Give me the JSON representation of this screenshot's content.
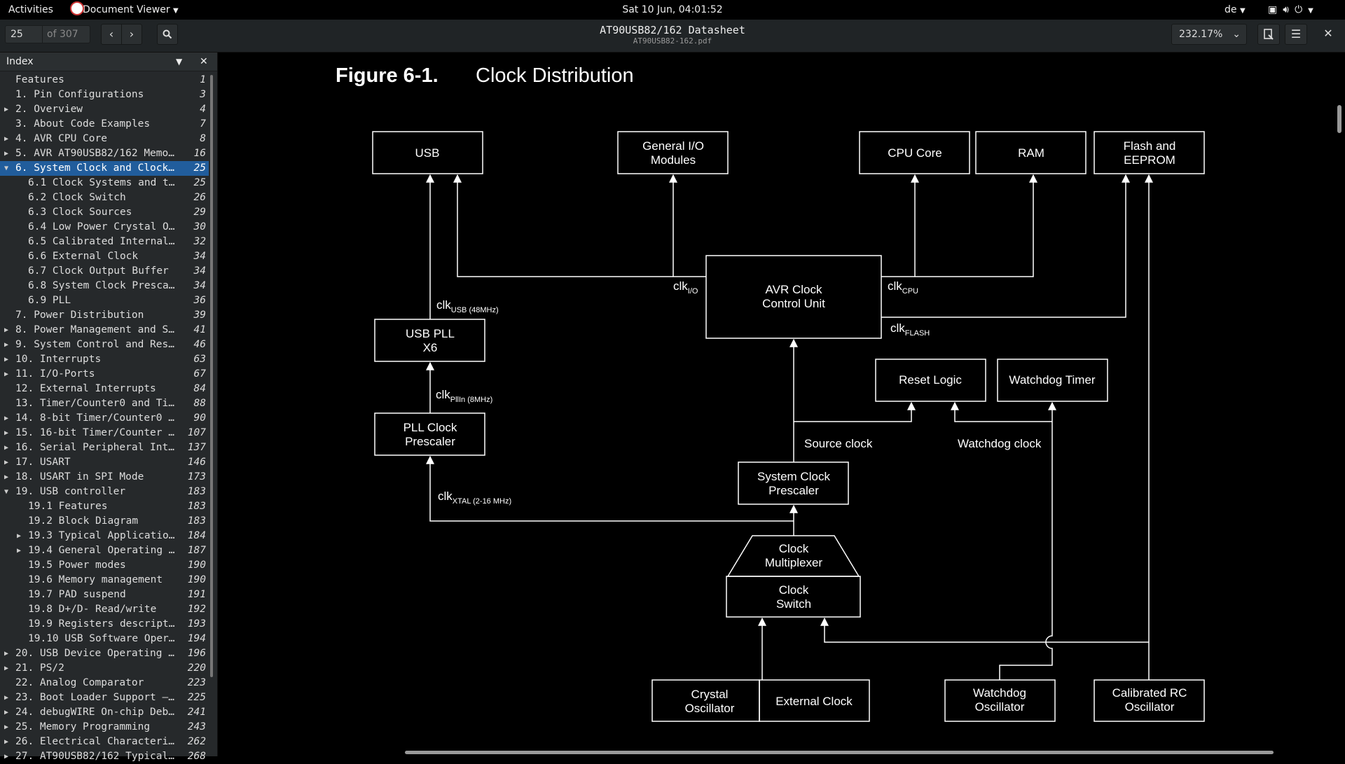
{
  "topbar": {
    "activities": "Activities",
    "app_menu": "Document Viewer",
    "clock": "Sat 10 Jun, 04:01:52",
    "keyboard": "de"
  },
  "header": {
    "page_value": "25",
    "page_count": "of 307",
    "title": "AT90USB82/162 Datasheet",
    "subtitle": "AT90USB82-162.pdf",
    "zoom": "232.17%"
  },
  "sidebar": {
    "title": "Index",
    "items": [
      {
        "label": "Features",
        "page": "1",
        "level": 0,
        "expander": "none"
      },
      {
        "label": "1. Pin Configurations",
        "page": "3",
        "level": 0,
        "expander": "none"
      },
      {
        "label": "2. Overview",
        "page": "4",
        "level": 0,
        "expander": "collapsed"
      },
      {
        "label": "3. About Code Examples",
        "page": "7",
        "level": 0,
        "expander": "none"
      },
      {
        "label": "4. AVR CPU Core",
        "page": "8",
        "level": 0,
        "expander": "collapsed"
      },
      {
        "label": "5. AVR AT90USB82/162 Memo…",
        "page": "16",
        "level": 0,
        "expander": "collapsed"
      },
      {
        "label": "6. System Clock and Clock…",
        "page": "25",
        "level": 0,
        "expander": "expanded",
        "selected": true
      },
      {
        "label": "6.1 Clock Systems and t…",
        "page": "25",
        "level": 1,
        "expander": "none"
      },
      {
        "label": "6.2 Clock Switch",
        "page": "26",
        "level": 1,
        "expander": "none"
      },
      {
        "label": "6.3 Clock Sources",
        "page": "29",
        "level": 1,
        "expander": "none"
      },
      {
        "label": "6.4 Low Power Crystal O…",
        "page": "30",
        "level": 1,
        "expander": "none"
      },
      {
        "label": "6.5 Calibrated Internal…",
        "page": "32",
        "level": 1,
        "expander": "none"
      },
      {
        "label": "6.6 External Clock",
        "page": "34",
        "level": 1,
        "expander": "none"
      },
      {
        "label": "6.7 Clock Output Buffer",
        "page": "34",
        "level": 1,
        "expander": "none"
      },
      {
        "label": "6.8 System Clock Presca…",
        "page": "34",
        "level": 1,
        "expander": "none"
      },
      {
        "label": "6.9 PLL",
        "page": "36",
        "level": 1,
        "expander": "none"
      },
      {
        "label": "7. Power Distribution",
        "page": "39",
        "level": 0,
        "expander": "none"
      },
      {
        "label": "8. Power Management and S…",
        "page": "41",
        "level": 0,
        "expander": "collapsed"
      },
      {
        "label": "9. System Control and Res…",
        "page": "46",
        "level": 0,
        "expander": "collapsed"
      },
      {
        "label": "10. Interrupts",
        "page": "63",
        "level": 0,
        "expander": "collapsed"
      },
      {
        "label": "11. I/O-Ports",
        "page": "67",
        "level": 0,
        "expander": "collapsed"
      },
      {
        "label": "12. External Interrupts",
        "page": "84",
        "level": 0,
        "expander": "none"
      },
      {
        "label": "13. Timer/Counter0 and Ti…",
        "page": "88",
        "level": 0,
        "expander": "none"
      },
      {
        "label": "14. 8-bit Timer/Counter0 …",
        "page": "90",
        "level": 0,
        "expander": "collapsed"
      },
      {
        "label": "15. 16-bit Timer/Counter …",
        "page": "107",
        "level": 0,
        "expander": "collapsed"
      },
      {
        "label": "16. Serial Peripheral Int…",
        "page": "137",
        "level": 0,
        "expander": "collapsed"
      },
      {
        "label": "17. USART",
        "page": "146",
        "level": 0,
        "expander": "collapsed"
      },
      {
        "label": "18. USART in SPI Mode",
        "page": "173",
        "level": 0,
        "expander": "collapsed"
      },
      {
        "label": "19. USB controller",
        "page": "183",
        "level": 0,
        "expander": "expanded"
      },
      {
        "label": "19.1 Features",
        "page": "183",
        "level": 1,
        "expander": "none"
      },
      {
        "label": "19.2 Block Diagram",
        "page": "183",
        "level": 1,
        "expander": "none"
      },
      {
        "label": "19.3 Typical Applicatio…",
        "page": "184",
        "level": 1,
        "expander": "collapsed"
      },
      {
        "label": "19.4 General Operating …",
        "page": "187",
        "level": 1,
        "expander": "collapsed"
      },
      {
        "label": "19.5 Power modes",
        "page": "190",
        "level": 1,
        "expander": "none"
      },
      {
        "label": "19.6 Memory management",
        "page": "190",
        "level": 1,
        "expander": "none"
      },
      {
        "label": "19.7 PAD suspend",
        "page": "191",
        "level": 1,
        "expander": "none"
      },
      {
        "label": "19.8 D+/D- Read/write",
        "page": "192",
        "level": 1,
        "expander": "none"
      },
      {
        "label": "19.9 Registers descript…",
        "page": "193",
        "level": 1,
        "expander": "none"
      },
      {
        "label": "19.10 USB Software Oper…",
        "page": "194",
        "level": 1,
        "expander": "none"
      },
      {
        "label": "20. USB Device Operating …",
        "page": "196",
        "level": 0,
        "expander": "collapsed"
      },
      {
        "label": "21. PS/2",
        "page": "220",
        "level": 0,
        "expander": "collapsed"
      },
      {
        "label": "22. Analog Comparator",
        "page": "223",
        "level": 0,
        "expander": "none"
      },
      {
        "label": "23. Boot Loader Support –…",
        "page": "225",
        "level": 0,
        "expander": "collapsed"
      },
      {
        "label": "24. debugWIRE On-chip Deb…",
        "page": "241",
        "level": 0,
        "expander": "collapsed"
      },
      {
        "label": "25. Memory Programming",
        "page": "243",
        "level": 0,
        "expander": "collapsed"
      },
      {
        "label": "26. Electrical Characteri…",
        "page": "262",
        "level": 0,
        "expander": "collapsed"
      },
      {
        "label": "27. AT90USB82/162 Typical…",
        "page": "268",
        "level": 0,
        "expander": "collapsed"
      }
    ]
  },
  "figure": {
    "number": "Figure 6-1.",
    "title": "Clock Distribution",
    "blocks": {
      "usb": "USB",
      "gpio_1": "General I/O",
      "gpio_2": "Modules",
      "cpu": "CPU Core",
      "ram": "RAM",
      "flash_1": "Flash and",
      "flash_2": "EEPROM",
      "acu_1": "AVR Clock",
      "acu_2": "Control Unit",
      "usbpll_1": "USB PLL",
      "usbpll_2": "X6",
      "pllpre_1": "PLL Clock",
      "pllpre_2": "Prescaler",
      "reset": "Reset  Logic",
      "wdt": "Watchdog Timer",
      "syspre_1": "System Clock",
      "syspre_2": "Prescaler",
      "mux_1": "Clock",
      "mux_2": "Multiplexer",
      "switch_1": "Clock",
      "switch_2": "Switch",
      "xtal_1": "Crystal",
      "xtal_2": "Oscillator",
      "ext": "External Clock",
      "wdosc_1": "Watchdog",
      "wdosc_2": "Oscillator",
      "rcosc_1": "Calibrated RC",
      "rcosc_2": "Oscillator"
    },
    "signals": {
      "clk": "clk",
      "usb_sub": "USB (48MHz)",
      "io_sub": "I/O",
      "cpu_sub": "CPU",
      "flash_sub": "FLASH",
      "pllin_sub": "PllIn (8MHz)",
      "xtal_sub": "XTAL (2-16 MHz)",
      "source_clock": "Source clock",
      "watchdog_clock": "Watchdog clock"
    }
  }
}
